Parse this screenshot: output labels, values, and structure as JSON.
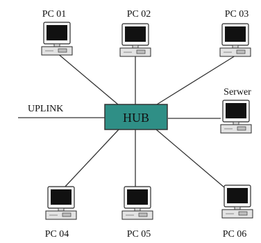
{
  "diagram": {
    "hub": {
      "label": "HUB",
      "fill": "#2f8f86",
      "stroke": "#333333"
    },
    "uplink_label": "UPLINK",
    "nodes": {
      "pc01": "PC 01",
      "pc02": "PC 02",
      "pc03": "PC 03",
      "server": "Serwer",
      "pc04": "PC 04",
      "pc05": "PC 05",
      "pc06": "PC 06"
    },
    "line_color": "#333333"
  }
}
